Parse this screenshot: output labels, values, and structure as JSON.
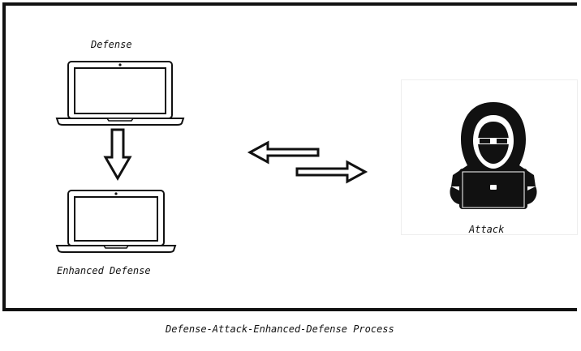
{
  "labels": {
    "defense": "Defense",
    "enhanced_defense": "Enhanced Defense",
    "attack": "Attack",
    "caption": "Defense-Attack-Enhanced-Defense Process"
  },
  "icons": {
    "defense_laptop": "laptop-icon",
    "enhanced_laptop": "laptop-icon",
    "down_arrow": "down-arrow-icon",
    "exchange_arrows": "bidirectional-arrows-icon",
    "hacker": "hacker-icon"
  },
  "colors": {
    "stroke": "#111111",
    "background": "#ffffff"
  }
}
